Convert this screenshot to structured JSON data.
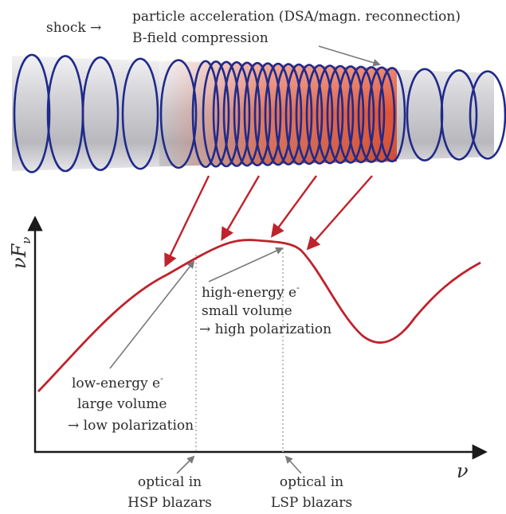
{
  "header": {
    "shock_label": "shock →",
    "accel_label": "particle acceleration (DSA/magn. reconnection)",
    "compression_label": "B-field compression"
  },
  "axes": {
    "y_label_main": "νF",
    "y_label_sub": "ν",
    "x_label": "ν"
  },
  "annotations": {
    "high_energy": {
      "line1": "high-energy e",
      "line1_sup": "-",
      "line2": "small volume",
      "line3": "→ high polarization"
    },
    "low_energy": {
      "line1": "low-energy e",
      "line1_sup": "-",
      "line2": "large volume",
      "line3": "→ low polarization"
    },
    "hsp": {
      "line1": "optical in",
      "line2": "HSP blazars"
    },
    "lsp": {
      "line1": "optical in",
      "line2": "LSP blazars"
    }
  },
  "colors": {
    "coil": "#1f2a8a",
    "curve": "#c0222c",
    "arrow": "#7a7a7a",
    "tube": "#c8c8cc",
    "emission": "#e85a3a"
  }
}
